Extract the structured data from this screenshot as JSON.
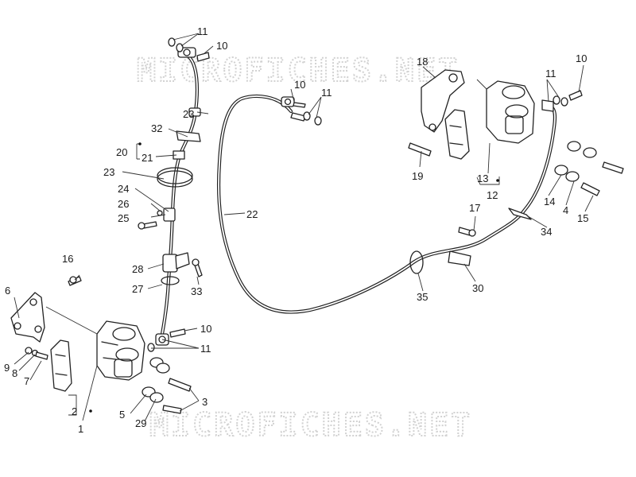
{
  "watermark": {
    "text": "MICROFICHES.NET"
  },
  "callouts": {
    "c11a": "11",
    "c10a": "10",
    "c23a": "23",
    "c32": "32",
    "c20": "20",
    "c21": "21",
    "c23b": "23",
    "c24": "24",
    "c26": "26",
    "c25": "25",
    "c16": "16",
    "c28": "28",
    "c33": "33",
    "c27": "27",
    "c6": "6",
    "c10b": "10",
    "c11b": "11",
    "c9": "9",
    "c8": "8",
    "c7": "7",
    "c3": "3",
    "c2": "2",
    "c1": "1",
    "c5": "5",
    "c29": "29",
    "c10c": "10",
    "c11c": "11",
    "c22": "22",
    "c18": "18",
    "c10d": "10",
    "c11d": "11",
    "c19": "19",
    "c13": "13",
    "c12": "12",
    "c14": "14",
    "c4": "4",
    "c15": "15",
    "c17": "17",
    "c34": "34",
    "c30": "30",
    "c35": "35"
  },
  "colors": {
    "line": "#222222",
    "watermark": "#d2d2d2",
    "background": "#ffffff"
  }
}
